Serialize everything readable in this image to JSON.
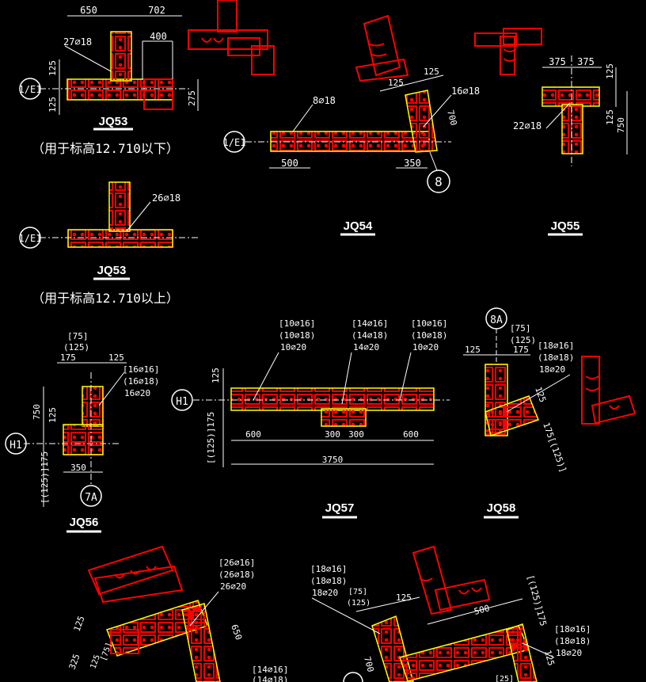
{
  "colors": {
    "background": "#000000",
    "rebar": "#ff0000",
    "outline": "#ffff00",
    "text": "#ffffff"
  },
  "axes": {
    "a1": "1/E1",
    "a2": "1/E1",
    "a3": "1/E1",
    "h1a": "H1",
    "h1b": "H1",
    "c8": "8",
    "c8a": "8A",
    "c7a": "7A"
  },
  "walls": {
    "jq53a": {
      "title": "JQ53",
      "note": "（用于标高12.710以下）",
      "d650": "650",
      "d702": "702",
      "d400": "400",
      "d125a": "125",
      "d125b": "125",
      "d275": "275",
      "bars": "27⌀18"
    },
    "jq53b": {
      "title": "JQ53",
      "note": "（用于标高12.710以上）",
      "bars": "26⌀18"
    },
    "jq54": {
      "title": "JQ54",
      "bars1": "8⌀18",
      "bars2": "16⌀18",
      "d500": "500",
      "d350": "350",
      "d125a": "125",
      "d125b": "125",
      "d700": "700"
    },
    "jq55": {
      "title": "JQ55",
      "bars": "22⌀18",
      "d375a": "375",
      "d375b": "375",
      "d125a": "125",
      "d125b": "125",
      "d750": "750"
    },
    "jq56": {
      "title": "JQ56",
      "b1": "[16⌀16]",
      "b2": "(16⌀18)",
      "b3": "16⌀20",
      "d75": "[75]",
      "d125p": "(125)",
      "d175": "175",
      "d125": "125",
      "d750": "750",
      "d125v": "125",
      "d350": "350",
      "dvar": "[(125)]175"
    },
    "jq57": {
      "title": "JQ57",
      "g1": [
        "[10⌀16]",
        "(10⌀18)",
        "10⌀20"
      ],
      "g2": [
        "[14⌀16]",
        "(14⌀18)",
        "14⌀20"
      ],
      "g3": [
        "[10⌀16]",
        "(10⌀18)",
        "10⌀20"
      ],
      "d125": "125",
      "dvar": "[(125)]175",
      "d600a": "600",
      "d300a": "300",
      "d300b": "300",
      "d600b": "600",
      "d3750": "3750"
    },
    "jq58": {
      "title": "JQ58",
      "b1": "[18⌀16]",
      "b2": "(18⌀18)",
      "b3": "18⌀20",
      "d75": "[75]",
      "d125p": "(125)",
      "d125": "125",
      "d175": "175",
      "d125v": "125",
      "dvar": "175[(125)]"
    },
    "jq59": {
      "b1": "[26⌀16]",
      "b2": "(26⌀18)",
      "b3": "26⌀20",
      "d650": "650",
      "d125": "125",
      "d325": "325",
      "d125b": "125",
      "d75": "[75]",
      "b4": "[14⌀16]",
      "b5": "(14⌀18)"
    },
    "jq60": {
      "b1": "[18⌀16]",
      "b2": "(18⌀18)",
      "b3": "18⌀20",
      "d75": "[75]",
      "d125p": "(125)",
      "d125": "125",
      "d500": "500",
      "d700": "700",
      "dvar": "[(125)]175",
      "c1": "[18⌀16]",
      "c2": "(18⌀18)",
      "c3": "18⌀20",
      "d125v": "125",
      "d25": "[25]"
    }
  }
}
